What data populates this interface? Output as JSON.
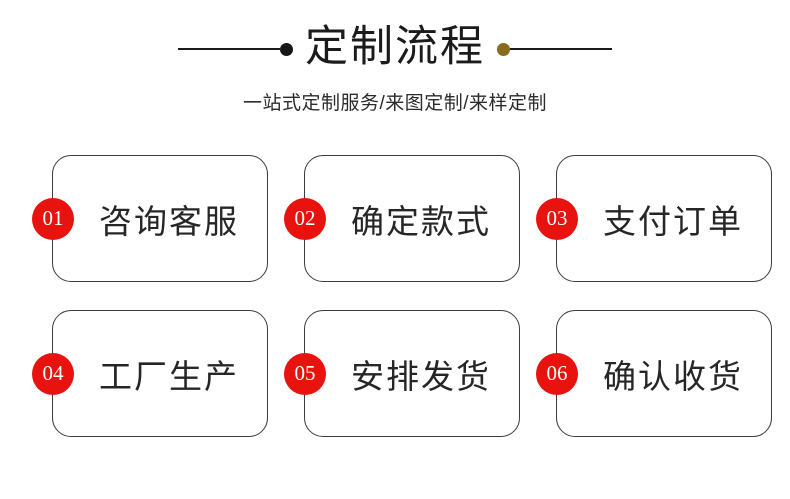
{
  "header": {
    "title": "定制流程",
    "subtitle": "一站式定制服务/来图定制/来样定制",
    "left_dot_color": "#17171a",
    "right_dot_color": "#8a6a1c",
    "rule_color": "#1a1a1a"
  },
  "theme": {
    "background": "#ffffff",
    "badge_color": "#e8120f",
    "badge_text_color": "#ffffff",
    "card_border_color": "#3c3c3c",
    "text_color": "#262626"
  },
  "steps": [
    {
      "number": "01",
      "label": "咨询客服"
    },
    {
      "number": "02",
      "label": "确定款式"
    },
    {
      "number": "03",
      "label": "支付订单"
    },
    {
      "number": "04",
      "label": "工厂生产"
    },
    {
      "number": "05",
      "label": "安排发货"
    },
    {
      "number": "06",
      "label": "确认收货"
    }
  ]
}
